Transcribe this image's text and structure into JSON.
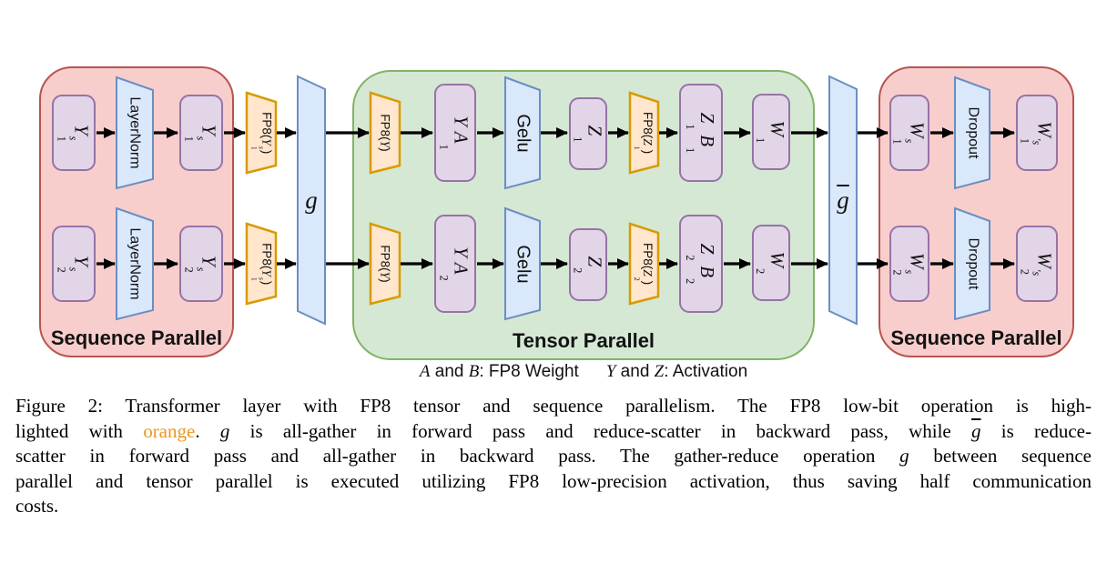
{
  "diagram": {
    "sections": {
      "seq_left": {
        "label": "Sequence Parallel"
      },
      "tensor": {
        "label": "Tensor Parallel"
      },
      "seq_right": {
        "label": "Sequence Parallel"
      }
    },
    "nodes": {
      "layernorm": "LayerNorm",
      "gelu": "Gelu",
      "dropout": "Dropout",
      "y1s": {
        "tokens": [
          {
            "t": "Y",
            "i": true,
            "sub": "1",
            "sup": "s"
          }
        ]
      },
      "y2s": {
        "tokens": [
          {
            "t": "Y",
            "i": true,
            "sub": "2",
            "sup": "s"
          }
        ]
      },
      "fp8_y1s": {
        "tokens": [
          {
            "t": "FP8("
          },
          {
            "t": "Y",
            "i": true,
            "sub": "1",
            "sup": "s"
          },
          {
            "t": ")"
          }
        ]
      },
      "g": {
        "tokens": [
          {
            "t": "g",
            "i": true
          }
        ]
      },
      "gbar": {
        "tokens": [
          {
            "t": "g",
            "i": true,
            "bar": true
          }
        ]
      },
      "fp8_y": {
        "tokens": [
          {
            "t": "FP8("
          },
          {
            "t": "Y",
            "i": true
          },
          {
            "t": ")"
          }
        ]
      },
      "ya1": {
        "tokens": [
          {
            "t": "Y",
            "i": true
          },
          {
            "t": " "
          },
          {
            "t": "A",
            "i": true,
            "sub": "1"
          }
        ]
      },
      "ya2": {
        "tokens": [
          {
            "t": "Y",
            "i": true
          },
          {
            "t": " "
          },
          {
            "t": "A",
            "i": true,
            "sub": "2"
          }
        ]
      },
      "z1": {
        "tokens": [
          {
            "t": "Z",
            "i": true,
            "sub": "1"
          }
        ]
      },
      "z2": {
        "tokens": [
          {
            "t": "Z",
            "i": true,
            "sub": "2"
          }
        ]
      },
      "fp8_z1": {
        "tokens": [
          {
            "t": "FP8("
          },
          {
            "t": "Z",
            "i": true,
            "sub": "1"
          },
          {
            "t": ")"
          }
        ]
      },
      "fp8_z2": {
        "tokens": [
          {
            "t": "FP8("
          },
          {
            "t": "Z",
            "i": true,
            "sub": "2"
          },
          {
            "t": ")"
          }
        ]
      },
      "z1b1": {
        "tokens": [
          {
            "t": "Z",
            "i": true,
            "sub": "1"
          },
          {
            "t": " "
          },
          {
            "t": "B",
            "i": true,
            "sub": "1"
          }
        ]
      },
      "z2b2": {
        "tokens": [
          {
            "t": "Z",
            "i": true,
            "sub": "2"
          },
          {
            "t": " "
          },
          {
            "t": "B",
            "i": true,
            "sub": "2"
          }
        ]
      },
      "w1": {
        "tokens": [
          {
            "t": "W",
            "i": true,
            "sub": "1"
          }
        ]
      },
      "w2": {
        "tokens": [
          {
            "t": "W",
            "i": true,
            "sub": "2"
          }
        ]
      },
      "w1s": {
        "tokens": [
          {
            "t": "W",
            "i": true,
            "sub": "1",
            "sup": "s"
          }
        ]
      },
      "w2s": {
        "tokens": [
          {
            "t": "W",
            "i": true,
            "sub": "2",
            "sup": "s"
          }
        ]
      },
      "w1ps": {
        "tokens": [
          {
            "t": "W",
            "i": true,
            "sub": "1",
            "sup": "′s"
          }
        ]
      },
      "w2ps": {
        "tokens": [
          {
            "t": "W",
            "i": true,
            "sub": "2",
            "sup": "′s"
          }
        ]
      }
    },
    "legend": {
      "tokens": [
        {
          "t": "A",
          "i": true
        },
        {
          "t": " and "
        },
        {
          "t": "B",
          "i": true
        },
        {
          "t": ": FP8 Weight"
        },
        {
          "t": "",
          "gap": true
        },
        {
          "t": "Y",
          "i": true
        },
        {
          "t": " and "
        },
        {
          "t": "Z",
          "i": true
        },
        {
          "t": ": Activation"
        }
      ]
    },
    "colors": {
      "seq_fill": "#f8cecc",
      "seq_stroke": "#b85450",
      "tensor_fill": "#d5e8d4",
      "tensor_stroke": "#82b366",
      "node_fill": "#e1d5e7",
      "node_stroke": "#9673a6",
      "op_fill": "#dae8fc",
      "op_stroke": "#6c8ebf",
      "fp8_fill": "#ffe6cc",
      "fp8_stroke": "#d79b00",
      "arrow": "#000000",
      "caption_orange": "#ec9722"
    }
  },
  "caption": {
    "lines": [
      [
        {
          "t": "Figure 2: Transformer layer with FP8 tensor and sequence parallelism. The FP8 low-bit operation is high-"
        }
      ],
      [
        {
          "t": "lighted with "
        },
        {
          "t": "orange",
          "s": "orange"
        },
        {
          "t": ". "
        },
        {
          "t": "g",
          "s": "m"
        },
        {
          "t": " is all-gather in forward pass and reduce-scatter in backward pass, while "
        },
        {
          "t": "g",
          "s": "mb"
        },
        {
          "t": " is reduce-"
        }
      ],
      [
        {
          "t": "scatter in forward pass and all-gather in backward pass. The gather-reduce operation "
        },
        {
          "t": "g",
          "s": "m"
        },
        {
          "t": " between sequence"
        }
      ],
      [
        {
          "t": "parallel and tensor parallel is executed utilizing FP8 low-precision activation, thus saving half communication"
        }
      ],
      [
        {
          "t": "costs."
        }
      ]
    ]
  }
}
